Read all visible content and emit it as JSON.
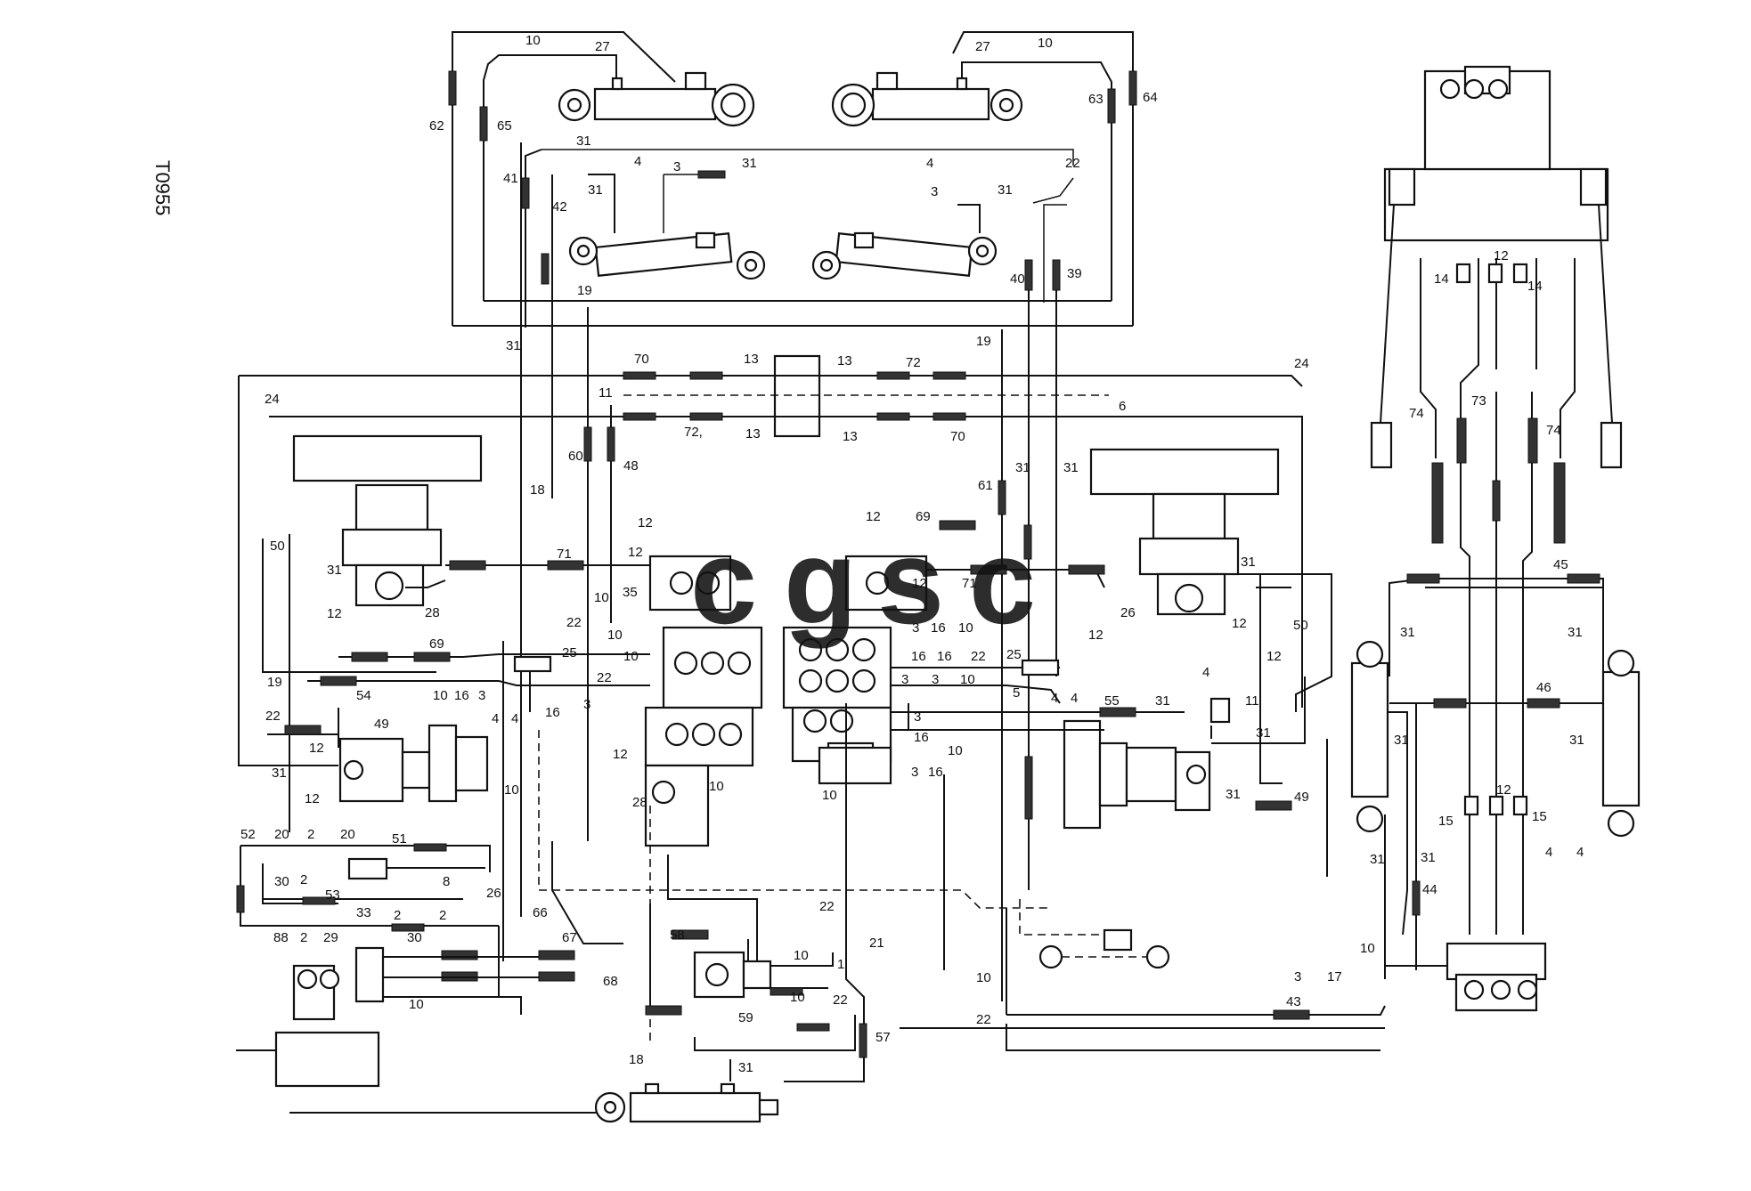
{
  "drawing": {
    "code": "T0955"
  },
  "watermark": {
    "letters": [
      "c",
      "g",
      "s",
      "c"
    ],
    "colors": [
      "#4f86e8",
      "#e86e5a",
      "#f2c230",
      "#3fae6c"
    ]
  },
  "callouts": {
    "c10a": "10",
    "c27a": "27",
    "c27b": "27",
    "c10b": "10",
    "c62": "62",
    "c65": "65",
    "c63": "63",
    "c64": "64",
    "c31a": "31",
    "c41": "41",
    "c42": "42",
    "c31b": "31",
    "c4a": "4",
    "c3a": "3",
    "c31c": "31",
    "c4b": "4",
    "c22a": "22",
    "c3b": "3",
    "c31d": "31",
    "c40": "40",
    "c39": "39",
    "c19a": "19",
    "c31e": "31",
    "c19b": "19",
    "c70a": "70",
    "c13a": "13",
    "c13b": "13",
    "c72a": "72",
    "c24a": "24",
    "c11a": "11",
    "c6": "6",
    "c24b": "24",
    "c72b": "72,",
    "c13c": "13",
    "c13d": "13",
    "c70b": "70",
    "c60": "60",
    "c48": "48",
    "c31f": "31",
    "c31g": "31",
    "c61": "61",
    "c18a": "18",
    "c12a": "12",
    "c69a": "69",
    "c50a": "50",
    "c12b": "12",
    "c71a": "71",
    "c31h": "31",
    "c12c": "12",
    "c71b": "71",
    "c31i": "31",
    "c28a": "28",
    "c35": "35",
    "c10c": "10",
    "c26a": "26",
    "c12d": "12",
    "c12e": "12",
    "c22b": "22",
    "c10d": "10",
    "c3c": "3",
    "c16a": "16",
    "c10e": "10",
    "c12f": "12",
    "c50b": "50",
    "c12g": "12",
    "c69b": "69",
    "c25a": "25",
    "c10f": "10",
    "c22c": "22",
    "c16b": "16",
    "c16c": "16",
    "c22d": "22",
    "c25b": "25",
    "c3d": "3",
    "c3e": "3",
    "c10g": "10",
    "c19c": "19",
    "c54": "54",
    "c10h": "10",
    "c16d": "16",
    "c3f": "3",
    "c4c": "4",
    "c4d": "4",
    "c5": "5",
    "c4e": "4",
    "c4f": "4",
    "c55": "55",
    "c31j": "31",
    "c4g": "4",
    "c11b": "11",
    "c22e": "22",
    "c49a": "49",
    "c16e": "16",
    "c3g": "3",
    "c3h": "3",
    "c16f": "16",
    "c12h": "12",
    "c31k": "31",
    "c12i": "12",
    "c10i": "10",
    "c3i": "3",
    "c16g": "16",
    "c28b": "28",
    "c10j": "10",
    "c10k": "10",
    "c10l": "10",
    "c31l": "31",
    "c49b": "49",
    "c12j": "12",
    "c52": "52",
    "c20a": "20",
    "c2a": "2",
    "c20b": "20",
    "c51": "51",
    "c30a": "30",
    "c2b": "2",
    "c8": "8",
    "c53": "53",
    "c26b": "26",
    "c33": "33",
    "c2c": "2",
    "c2d": "2",
    "c88": "88",
    "c2e": "2",
    "c29": "29",
    "c30b": "30",
    "c66": "66",
    "c67": "67",
    "c68": "68",
    "c10m": "10",
    "c58": "58",
    "c22f": "22",
    "c10n": "10",
    "c1": "1",
    "c21": "21",
    "c10o": "10",
    "c22g": "22",
    "c59": "59",
    "c57": "57",
    "c18b": "18",
    "c31m": "31",
    "c3j": "3",
    "c17": "17",
    "c10p": "10",
    "c43": "43",
    "c10q": "10",
    "c22h": "22",
    "c14a": "14",
    "c12k": "12",
    "c14b": "14",
    "c74a": "74",
    "c73": "73",
    "c74b": "74",
    "c45": "45",
    "c31n": "31",
    "c31o": "31",
    "c46": "46",
    "c31p": "31",
    "c31q": "31",
    "c15a": "15",
    "c12l": "12",
    "c15b": "15",
    "c31r": "31",
    "c31s": "31",
    "c44": "44",
    "c4h": "4",
    "c4i": "4"
  }
}
